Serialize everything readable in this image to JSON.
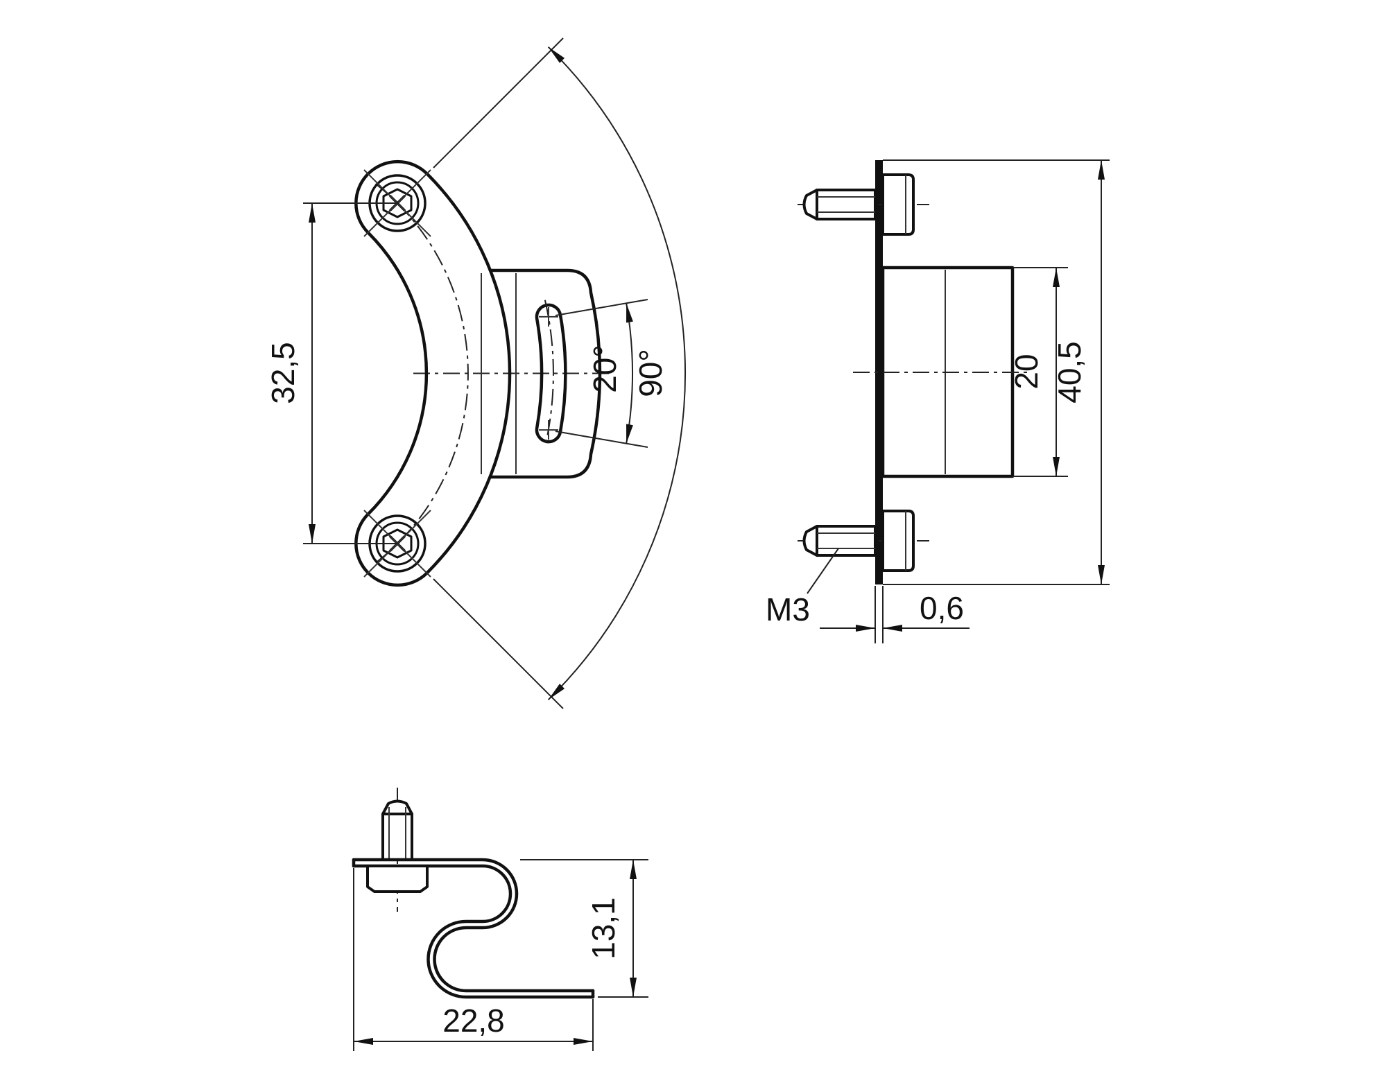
{
  "drawing": {
    "background_color": "#ffffff",
    "line_color": "#111111",
    "front_view": {
      "dim_hole_spacing": "32,5",
      "dim_slot_angle": "20°",
      "dim_total_angle": "90°"
    },
    "side_view": {
      "dim_block_height": "20",
      "dim_total_height": "40,5",
      "thread_label": "M3",
      "dim_plate_thickness": "0,6"
    },
    "bottom_view": {
      "dim_profile_height": "13,1",
      "dim_profile_width": "22,8"
    }
  }
}
